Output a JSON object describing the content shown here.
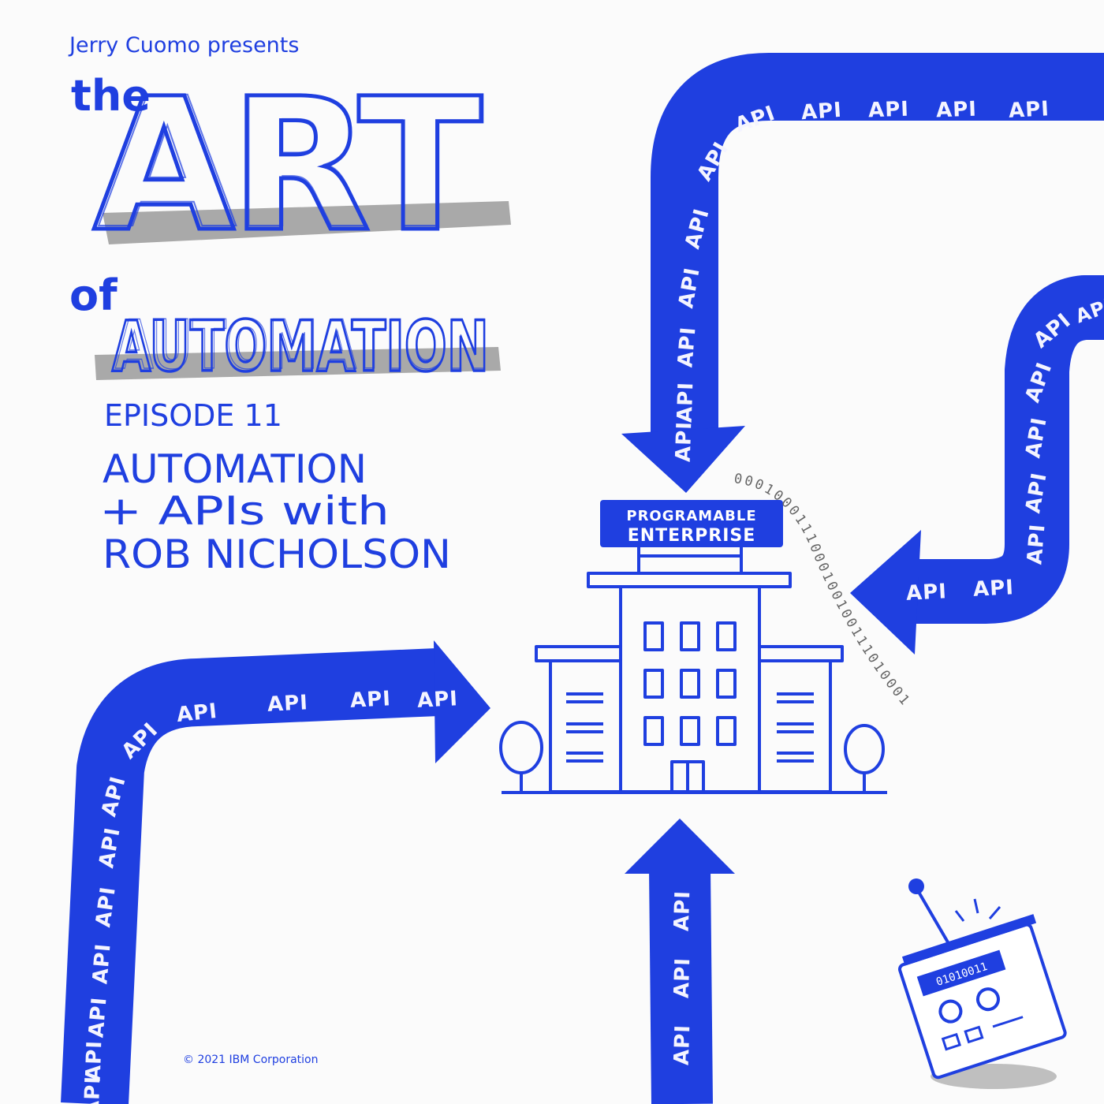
{
  "presenter": "Jerry Cuomo presents",
  "title_the": "the",
  "title_art": "ART",
  "title_of": "of",
  "title_automation": "AUTOMATION",
  "episode": "EPISODE 11",
  "subtitle_line1": "AUTOMATION",
  "subtitle_line2": "+ APIs with",
  "subtitle_line3": "ROB NICHOLSON",
  "building_sign_line1": "PROGRAMABLE",
  "building_sign_line2": "ENTERPRISE",
  "remote_display": "01010011",
  "binary_stream": "0001000111000100100111010001",
  "copyright": "© 2021 IBM Corporation",
  "api_label": "API",
  "arrows": {
    "top_right": [
      "API",
      "API",
      "API",
      "API",
      "API",
      "API",
      "API",
      "API",
      "API",
      "API",
      "API"
    ],
    "right": [
      "API",
      "API",
      "API",
      "API",
      "API",
      "API",
      "API",
      "API"
    ],
    "bottom_left": [
      "API",
      "API",
      "API",
      "API",
      "API",
      "API",
      "API",
      "API",
      "API",
      "API",
      "API",
      "API"
    ],
    "bottom_center": [
      "API",
      "API",
      "API"
    ]
  },
  "colors": {
    "brand_blue": "#1f3fe0",
    "highlight_gray": "#9a9a9a",
    "background": "#fbfbfb",
    "label_white": "#f4f4ff"
  }
}
